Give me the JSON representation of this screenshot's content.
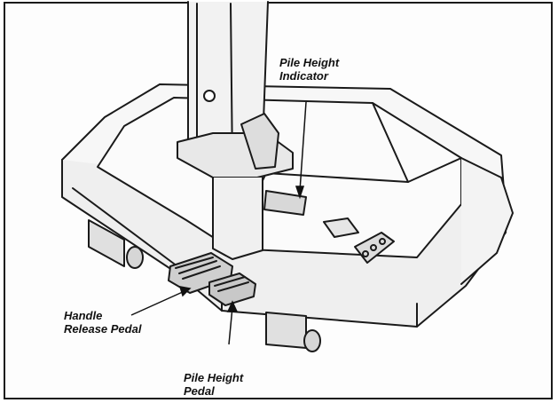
{
  "figure": {
    "subject": "upright vacuum cleaner base with pedals and indicator",
    "callouts": {
      "pile_height_indicator": [
        "Pile Height",
        "Indicator"
      ],
      "handle_release_pedal": [
        "Handle",
        "Release Pedal"
      ],
      "pile_height_pedal": [
        "Pile Height",
        "Pedal"
      ]
    }
  }
}
